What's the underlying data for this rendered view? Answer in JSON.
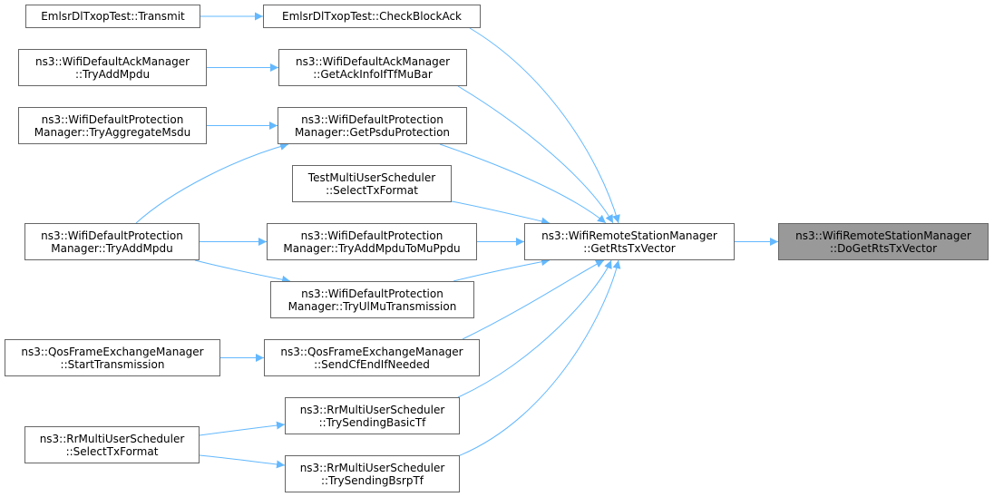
{
  "accent": "#63b8ff",
  "nodes": {
    "emlsr_transmit": [
      "EmlsrDlTxopTest::Transmit"
    ],
    "emlsr_checkblockack": [
      "EmlsrDlTxopTest::CheckBlockAck"
    ],
    "ack_tryaddmpdu": [
      "ns3::WifiDefaultAckManager",
      "::TryAddMpdu"
    ],
    "ack_getackinfo": [
      "ns3::WifiDefaultAckManager",
      "::GetAckInfoIfTfMuBar"
    ],
    "prot_tryaggregatemsdu": [
      "ns3::WifiDefaultProtection",
      "Manager::TryAggregateMsdu"
    ],
    "prot_getpsduprotection": [
      "ns3::WifiDefaultProtection",
      "Manager::GetPsduProtection"
    ],
    "test_selecttxformat": [
      "TestMultiUserScheduler",
      "::SelectTxFormat"
    ],
    "prot_tryaddmpdu": [
      "ns3::WifiDefaultProtection",
      "Manager::TryAddMpdu"
    ],
    "prot_tryaddmpdutomuppdu": [
      "ns3::WifiDefaultProtection",
      "Manager::TryAddMpduToMuPpdu"
    ],
    "prot_tryulmutransmission": [
      "ns3::WifiDefaultProtection",
      "Manager::TryUlMuTransmission"
    ],
    "qos_starttransmission": [
      "ns3::QosFrameExchangeManager",
      "::StartTransmission"
    ],
    "qos_sendcfendifneeded": [
      "ns3::QosFrameExchangeManager",
      "::SendCfEndIfNeeded"
    ],
    "rr_selecttxformat": [
      "ns3::RrMultiUserScheduler",
      "::SelectTxFormat"
    ],
    "rr_trysendingbasictf": [
      "ns3::RrMultiUserScheduler",
      "::TrySendingBasicTf"
    ],
    "rr_trysendingbsrptf": [
      "ns3::RrMultiUserScheduler",
      "::TrySendingBsrpTf"
    ],
    "rsm_getrtstxvector": [
      "ns3::WifiRemoteStationManager",
      "::GetRtsTxVector"
    ],
    "rsm_dogetrtstxvector": [
      "ns3::WifiRemoteStationManager",
      "::DoGetRtsTxVector"
    ]
  },
  "edges": [
    [
      "emlsr_transmit",
      "emlsr_checkblockack"
    ],
    [
      "emlsr_checkblockack",
      "rsm_getrtstxvector"
    ],
    [
      "ack_tryaddmpdu",
      "ack_getackinfo"
    ],
    [
      "ack_getackinfo",
      "rsm_getrtstxvector"
    ],
    [
      "prot_tryaggregatemsdu",
      "prot_getpsduprotection"
    ],
    [
      "prot_tryaddmpdu",
      "prot_getpsduprotection"
    ],
    [
      "prot_getpsduprotection",
      "rsm_getrtstxvector"
    ],
    [
      "test_selecttxformat",
      "rsm_getrtstxvector"
    ],
    [
      "prot_tryaddmpdu",
      "prot_tryaddmpdutomuppdu"
    ],
    [
      "prot_tryaddmpdu",
      "prot_tryulmutransmission"
    ],
    [
      "prot_tryaddmpdutomuppdu",
      "rsm_getrtstxvector"
    ],
    [
      "prot_tryulmutransmission",
      "rsm_getrtstxvector"
    ],
    [
      "qos_starttransmission",
      "qos_sendcfendifneeded"
    ],
    [
      "qos_sendcfendifneeded",
      "rsm_getrtstxvector"
    ],
    [
      "rr_selecttxformat",
      "rr_trysendingbasictf"
    ],
    [
      "rr_selecttxformat",
      "rr_trysendingbsrptf"
    ],
    [
      "rr_trysendingbasictf",
      "rsm_getrtstxvector"
    ],
    [
      "rr_trysendingbsrptf",
      "rsm_getrtstxvector"
    ],
    [
      "rsm_getrtstxvector",
      "rsm_dogetrtstxvector"
    ]
  ]
}
